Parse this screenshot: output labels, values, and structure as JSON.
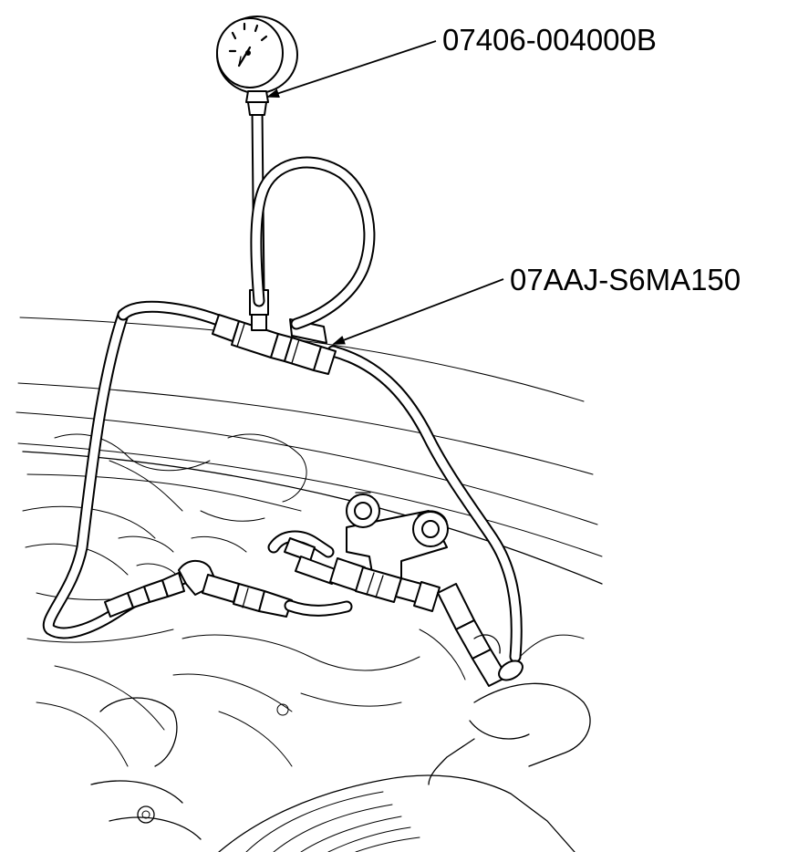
{
  "callouts": {
    "gauge_part_number": "07406-004000B",
    "hose_part_number": "07AAJ-S6MA150"
  },
  "colors": {
    "line": "#000000",
    "background": "#ffffff"
  },
  "icons": {
    "gauge": "pressure-gauge-icon",
    "arrow": "leader-arrow"
  }
}
